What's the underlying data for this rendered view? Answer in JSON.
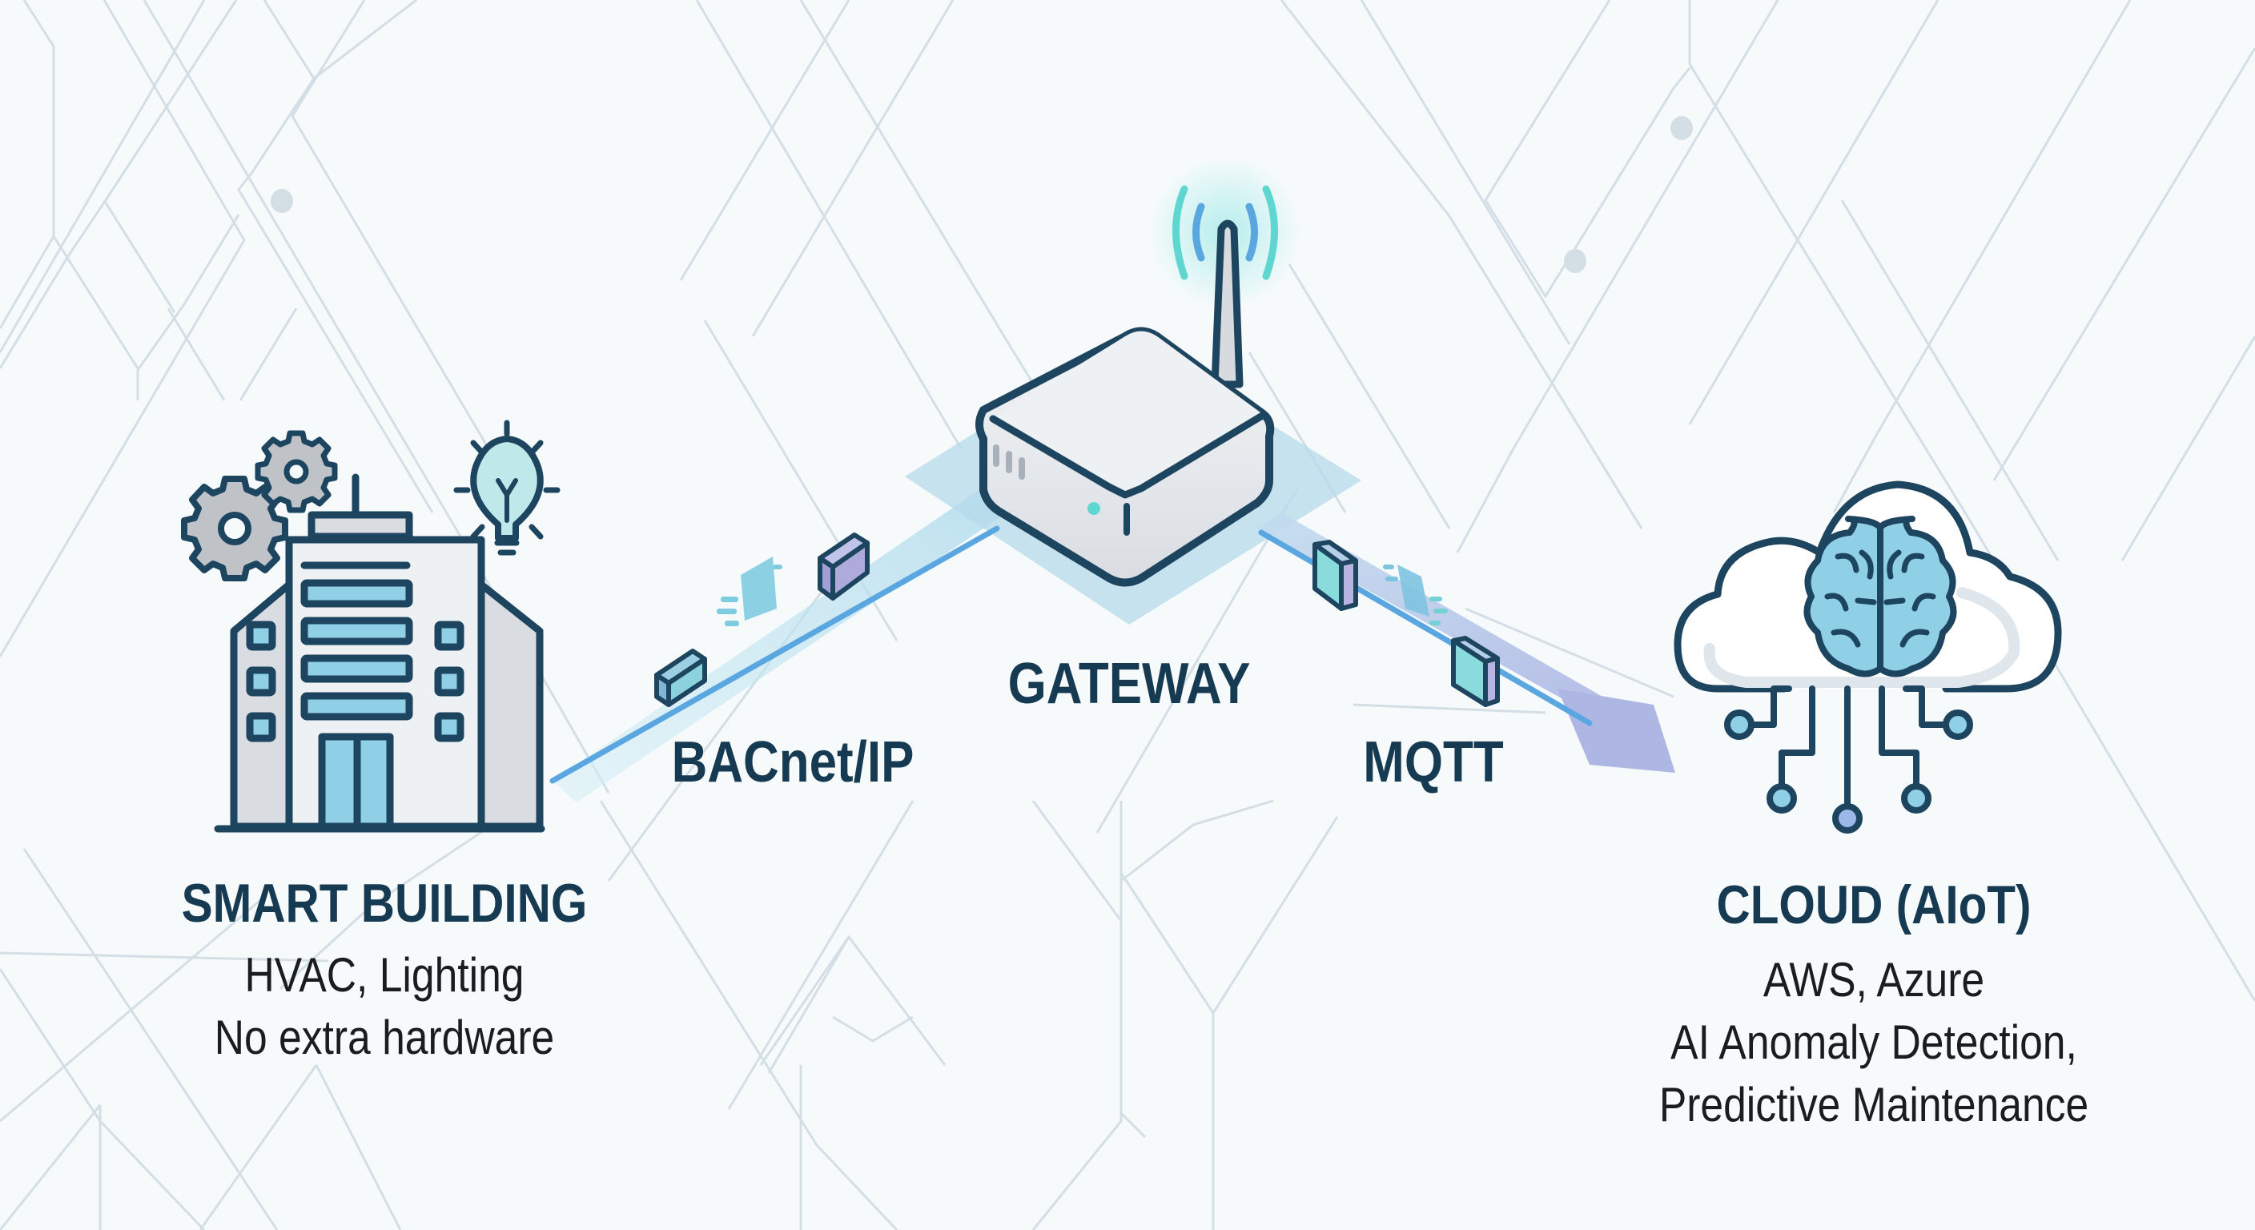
{
  "diagram": {
    "nodes": {
      "building": {
        "title": "SMART BUILDING",
        "lines": [
          "HVAC, Lighting",
          "No extra hardware"
        ],
        "icons": [
          "building-icon",
          "gear-icon",
          "gear-icon",
          "lightbulb-icon"
        ]
      },
      "gateway": {
        "title": "GATEWAY",
        "icons": [
          "router-icon",
          "wireless-signal-icon"
        ]
      },
      "cloud": {
        "title": "CLOUD (AIoT)",
        "lines": [
          "AWS, Azure",
          "AI Anomaly Detection,",
          "Predictive Maintenance"
        ],
        "icons": [
          "cloud-icon",
          "brain-icon",
          "circuit-icon"
        ]
      }
    },
    "links": [
      {
        "from": "building",
        "to": "gateway",
        "protocol": "BACnet/IP"
      },
      {
        "from": "gateway",
        "to": "cloud",
        "protocol": "MQTT"
      }
    ]
  },
  "colors": {
    "background": "#f6fafb",
    "grid_line": "#d3dee5",
    "outline": "#1d4560",
    "heading": "#163a52",
    "body_text": "#1a1c1f",
    "accent_light": "#8fd0e6",
    "accent_teal": "#5fd6cf",
    "accent_blue": "#5aa6e0",
    "lane_left": "#bfe3ef",
    "lane_right": "#b9c6ea",
    "packet_violet": "#a9a6d9",
    "gray_fill": "#c9cdd2"
  }
}
